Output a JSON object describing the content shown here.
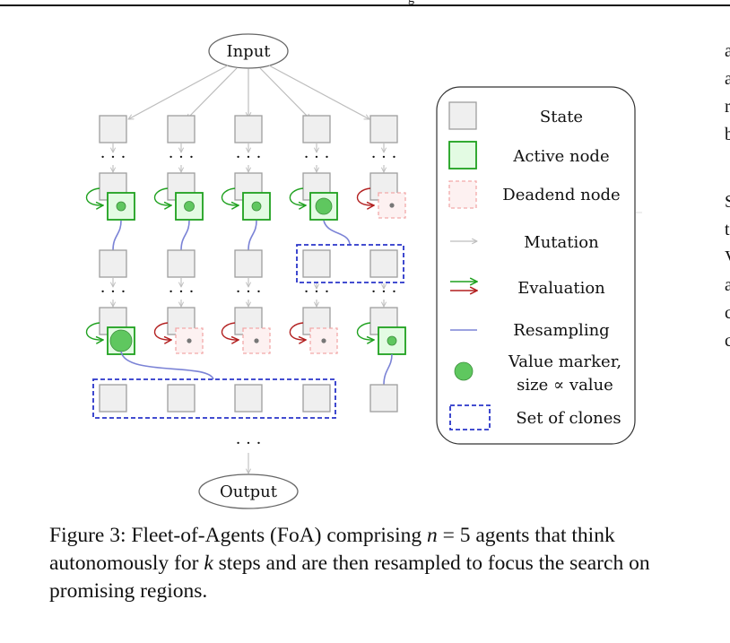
{
  "header": {
    "cut_off_heading": "g"
  },
  "diagram": {
    "input_label": "Input",
    "output_label": "Output",
    "ellipsis": "· · ·"
  },
  "legend": {
    "items": [
      {
        "key": "state",
        "label": "State"
      },
      {
        "key": "active",
        "label": "Active node"
      },
      {
        "key": "deadend",
        "label": "Deadend node"
      },
      {
        "key": "mutation",
        "label": "Mutation"
      },
      {
        "key": "evaluation",
        "label": "Evaluation"
      },
      {
        "key": "resampling",
        "label": "Resampling"
      },
      {
        "key": "value",
        "label": "Value marker,",
        "label2": "size ∝ value"
      },
      {
        "key": "clones",
        "label": "Set of clones"
      }
    ]
  },
  "colors": {
    "state_fill": "#efefef",
    "state_stroke": "#9e9e9e",
    "active_fill": "#e3fbe3",
    "active_stroke": "#1fa11f",
    "deadend_fill": "#fdf1f1",
    "deadend_stroke": "#f2a9a9",
    "value_marker": "#5fc75f",
    "mutation": "#bdbdbd",
    "eval_green": "#1fa11f",
    "eval_red": "#b21f1f",
    "resampling": "#7b83d6",
    "clones": "#2a35c9"
  },
  "right_column": {
    "line1": "a",
    "line2": "a",
    "line3": "r",
    "line4": "b",
    "line5": "S",
    "line6": "t",
    "line7": "V",
    "line8": "a",
    "line9": "c",
    "line10": "c"
  },
  "caption": {
    "part1": "Figure 3: Fleet-of-Agents (FoA) comprising ",
    "n_var": "n",
    "equals": " = 5",
    "part2": " agents that think autonomously for ",
    "k_var": "k",
    "part3": " steps and are then resampled to focus the search on promising regions."
  }
}
